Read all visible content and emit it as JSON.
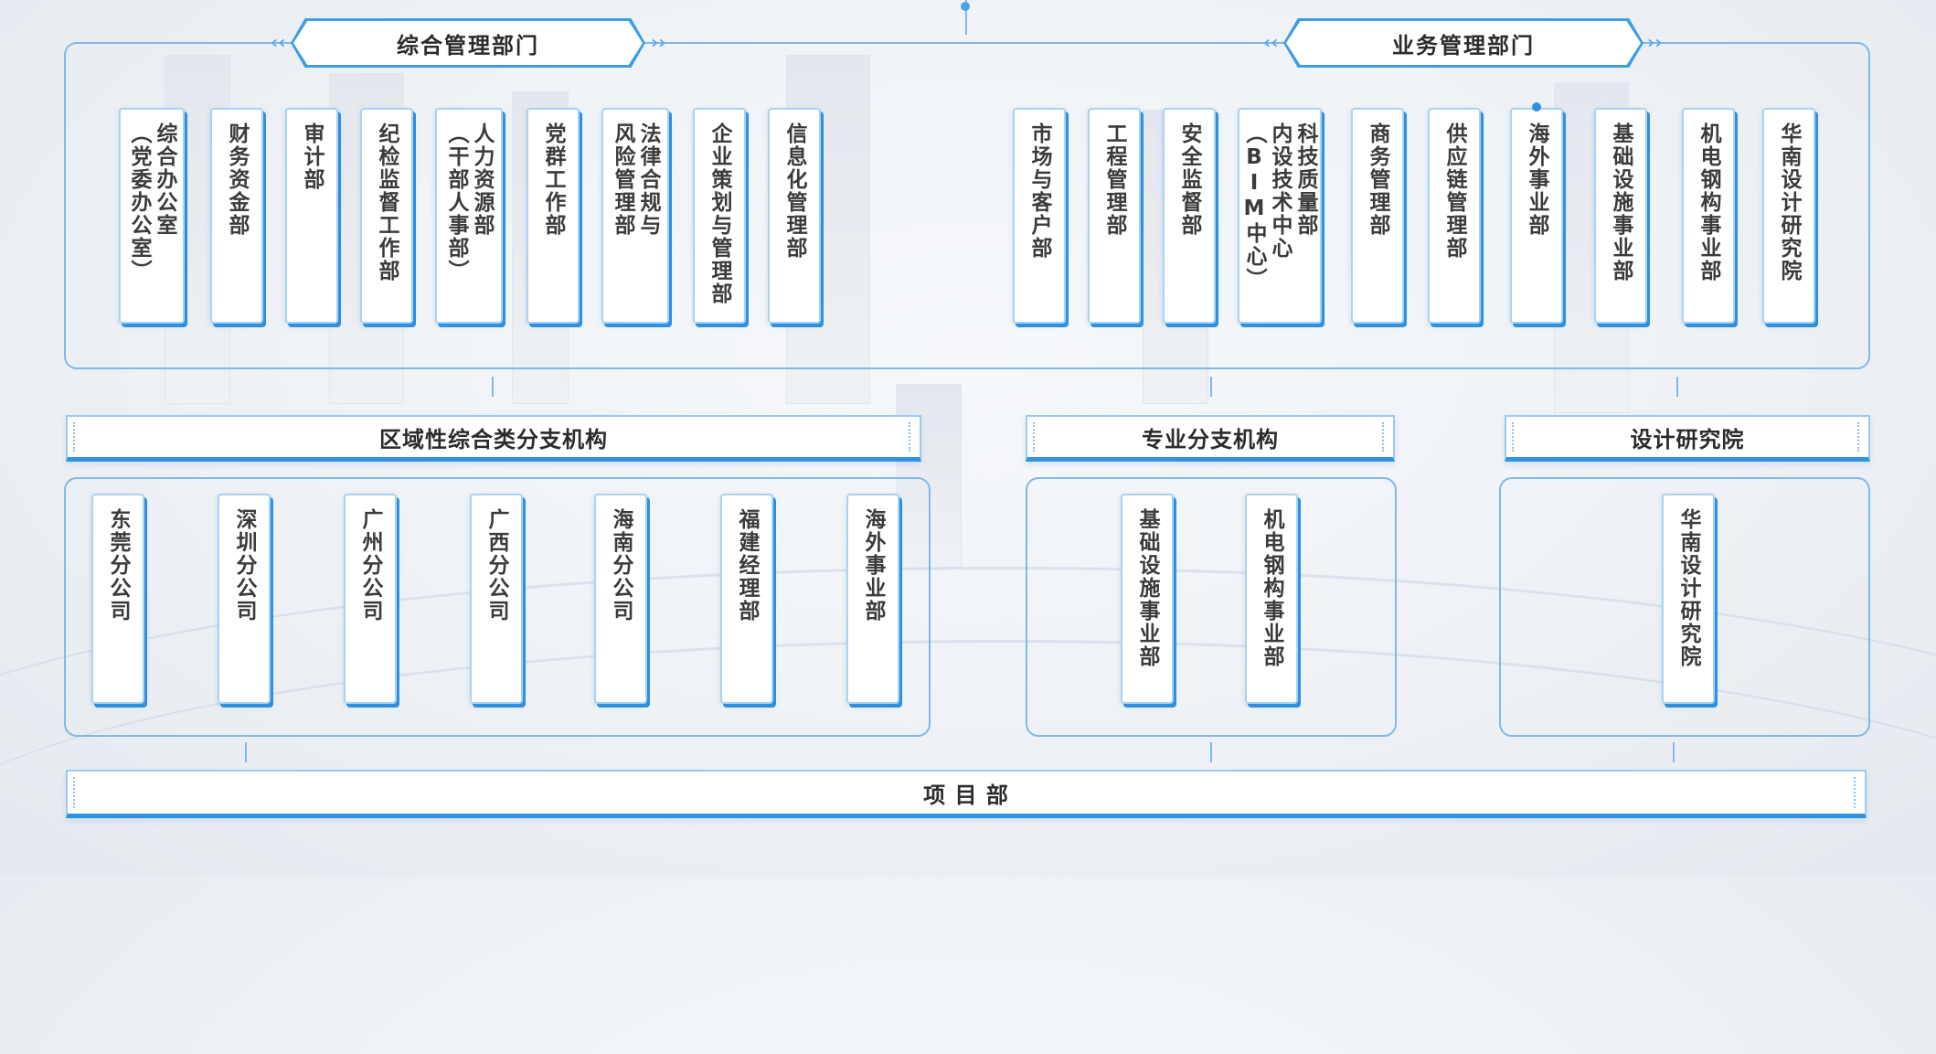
{
  "top": {
    "left_header": "综合管理部门",
    "right_header": "业务管理部门"
  },
  "general_departments": [
    "综合办公室\n（党委办公室）",
    "财务资金部",
    "审计部",
    "纪检监督工作部",
    "人力资源部\n（干部人事部）",
    "党群工作部",
    "法律合规与\n风险管理部",
    "企业策划与管理部",
    "信息化管理部"
  ],
  "business_departments": [
    "市场与客户部",
    "工程管理部",
    "安全监督部",
    "科技质量部\n内设技术中心\n（BIM中心）",
    "商务管理部",
    "供应链管理部",
    "海外事业部",
    "基础设施事业部",
    "机电钢构事业部",
    "华南设计研究院"
  ],
  "regional": {
    "title": "区域性综合类分支机构",
    "items": [
      "东莞分公司",
      "深圳分公司",
      "广州分公司",
      "广西分公司",
      "海南分公司",
      "福建经理部",
      "海外事业部"
    ]
  },
  "professional": {
    "title": "专业分支机构",
    "items": [
      "基础设施事业部",
      "机电钢构事业部"
    ]
  },
  "design": {
    "title": "设计研究院",
    "items": [
      "华南设计研究院"
    ]
  },
  "project": {
    "title": "项 目 部"
  },
  "colors": {
    "accent": "#2f8fe0",
    "line": "#7fb9e8",
    "border_light": "#a9d3f5"
  }
}
